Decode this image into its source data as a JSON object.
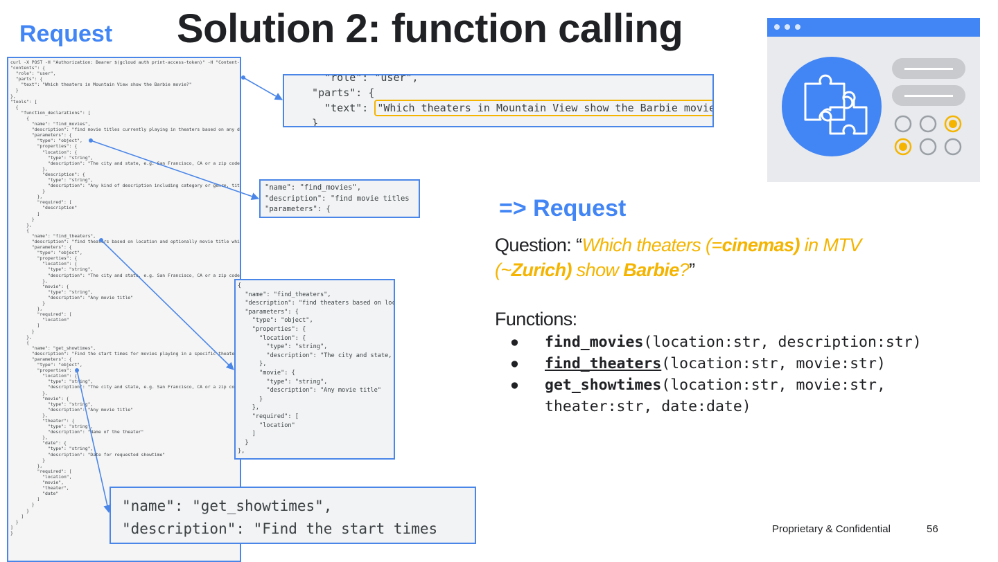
{
  "slide": {
    "title": "Solution 2: function calling",
    "request_label": "Request",
    "arrow_request_label": "=> Request",
    "question": {
      "prefix": "Question: “",
      "part1": "Which theaters (=",
      "cinemas": "cinemas)",
      "part2": " in MTV",
      "part3": "(~",
      "zurich": "Zurich)",
      "part4": " show ",
      "barbie": "Barbie",
      "part5": "?",
      "suffix": "”"
    },
    "functions_title": "Functions:",
    "functions": [
      {
        "name": "find_movies",
        "args": "(location:str, description:str)"
      },
      {
        "name": "find_theaters",
        "args": "(location:str, movie:str)"
      },
      {
        "name": "get_showtimes",
        "args": "(location:str, movie:str,",
        "args2": "theater:str, date:date)"
      }
    ],
    "footer": "Proprietary & Confidential",
    "page_number": "56"
  },
  "code": {
    "full_request": "curl -X POST -H \"Authorization: Bearer $(gcloud auth print-access-token)\" -H \"Content-Type: application/json\"\n\"contents\": {\n  \"role\": \"user\",\n  \"parts\": {\n    \"text\": \"Which theaters in Mountain View show the Barbie movie?\"\n  }\n},\n\"tools\": [\n  {\n    \"function_declarations\": [\n      {\n        \"name\": \"find_movies\",\n        \"description\": \"find movie titles currently playing in theaters based on any description\",\n        \"parameters\": {\n          \"type\": \"object\",\n          \"properties\": {\n            \"location\": {\n              \"type\": \"string\",\n              \"description\": \"The city and state, e.g. San Francisco, CA or a zip code e.g. 95616\"\n            },\n            \"description\": {\n              \"type\": \"string\",\n              \"description\": \"Any kind of description including category or genre, title words\"\n            }\n          },\n          \"required\": [\n            \"description\"\n          ]\n        }\n      },\n      {\n        \"name\": \"find_theaters\",\n        \"description\": \"find theaters based on location and optionally movie title which are\n        \"parameters\": {\n          \"type\": \"object\",\n          \"properties\": {\n            \"location\": {\n              \"type\": \"string\",\n              \"description\": \"The city and state, e.g. San Francisco, CA or a zip code e.g. 95616\"\n            },\n            \"movie\": {\n              \"type\": \"string\",\n              \"description\": \"Any movie title\"\n            }\n          },\n          \"required\": [\n            \"location\"\n          ]\n        }\n      },\n      {\n        \"name\": \"get_showtimes\",\n        \"description\": \"Find the start times for movies playing in a specific theater\",\n        \"parameters\": {\n          \"type\": \"object\",\n          \"properties\": {\n            \"location\": {\n              \"type\": \"string\",\n              \"description\": \"The city and state, e.g. San Francisco, CA or a zip code e.g. 95616\"\n            },\n            \"movie\": {\n              \"type\": \"string\",\n              \"description\": \"Any movie title\"\n            },\n            \"theater\": {\n              \"type\": \"string\",\n              \"description\": \"Name of the theater\"\n            },\n            \"date\": {\n              \"type\": \"string\",\n              \"description\": \"Date for requested showtime\"\n            }\n          },\n          \"required\": [\n            \"location\",\n            \"movie\",\n            \"theater\",\n            \"date\"\n          ]\n        }\n      }\n    ]\n  }\n]\n}",
    "zoom_parts_top": "    \"role\": \"user\",",
    "zoom_parts_open": "  \"parts\": {",
    "zoom_text_key": "    \"text\": ",
    "zoom_text_value": "\"Which theaters in Mountain View show the Barbie movie?\"",
    "zoom_parts_close": "  }",
    "zoom_find_movies": "\"name\": \"find_movies\",\n\"description\": \"find movie titles\n\"parameters\": {",
    "zoom_find_theaters": "{\n  \"name\": \"find_theaters\",\n  \"description\": \"find theaters based on location\n  \"parameters\": {\n    \"type\": \"object\",\n    \"properties\": {\n      \"location\": {\n        \"type\": \"string\",\n        \"description\": \"The city and state,\n      },\n      \"movie\": {\n        \"type\": \"string\",\n        \"description\": \"Any movie title\"\n      }\n    },\n    \"required\": [\n      \"location\"\n    ]\n  }\n},",
    "zoom_get_showtimes": "\"name\": \"get_showtimes\",\n\"description\": \"Find the start times"
  },
  "colors": {
    "accent_blue": "#4285f4",
    "connector_blue": "#4a86e8",
    "highlight_yellow": "#f4b400"
  },
  "icons": [
    "puzzle-icon",
    "radio-button-icon",
    "window-dots-icon"
  ]
}
